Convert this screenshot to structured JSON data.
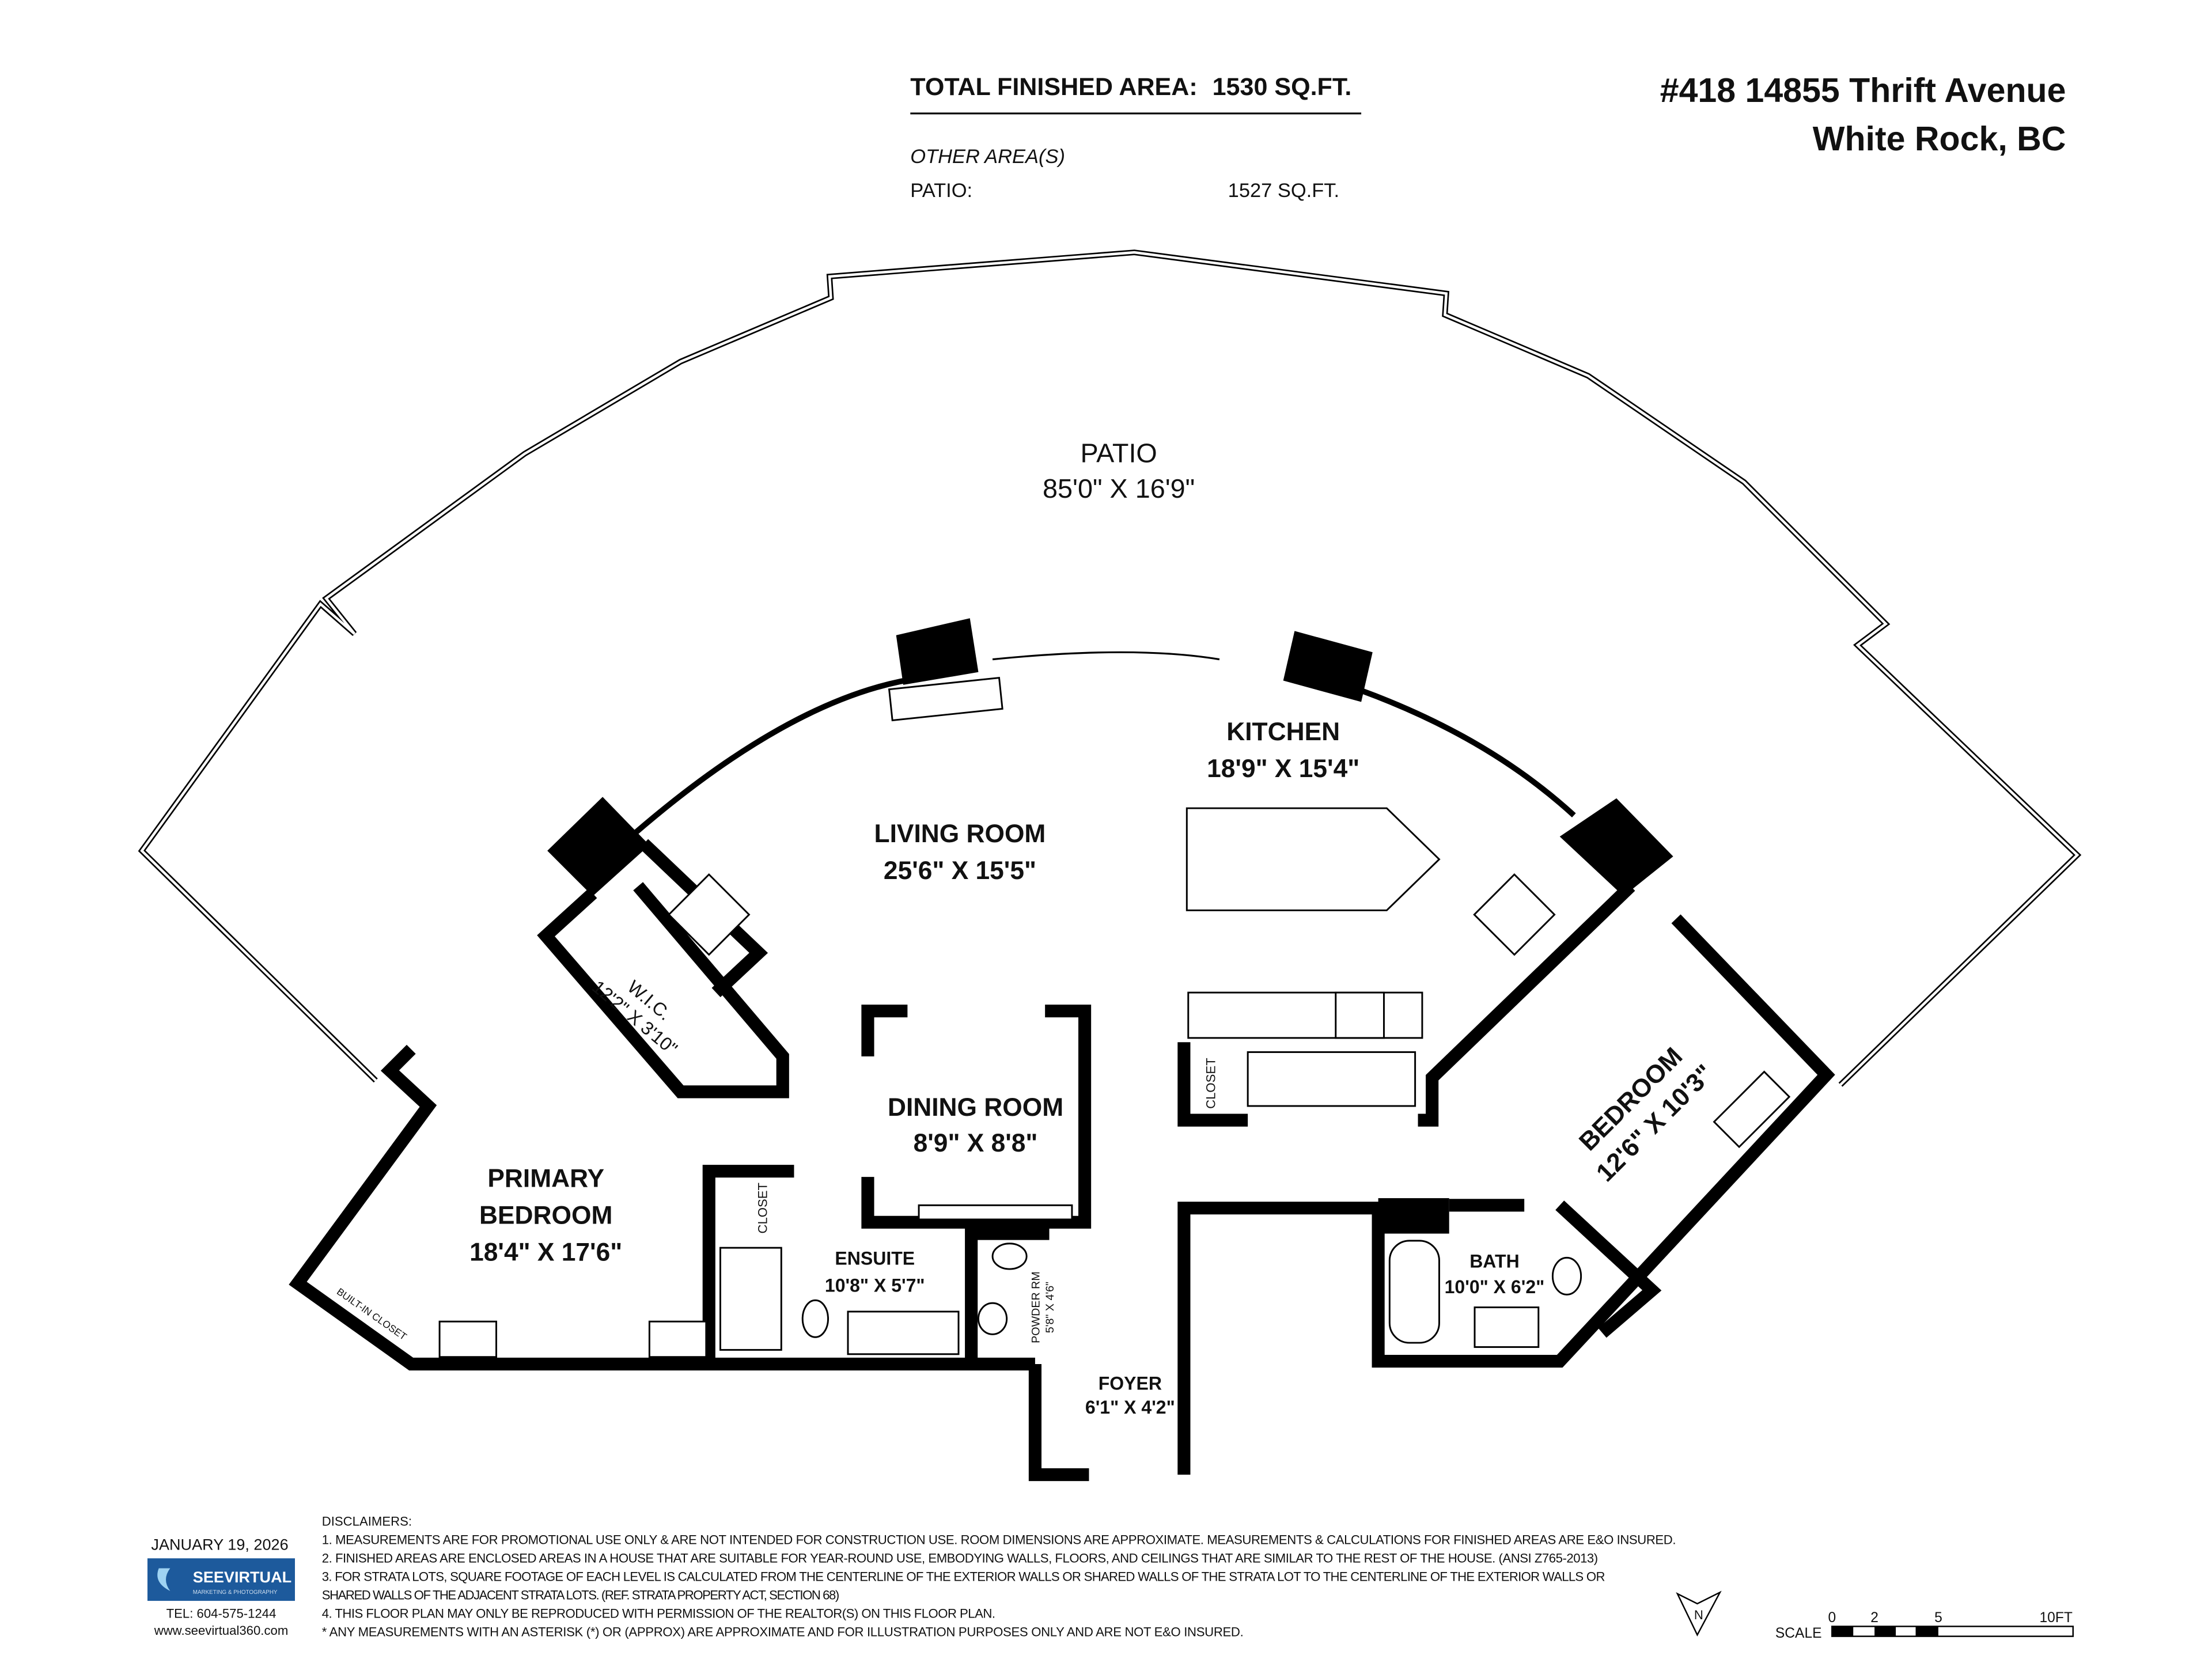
{
  "header": {
    "total_area_label": "TOTAL FINISHED AREA:",
    "total_area_value": "1530 SQ.FT.",
    "other_areas_label": "OTHER AREA(S)",
    "patio_label": "PATIO:",
    "patio_value": "1527 SQ.FT.",
    "address_line1": "#418 14855 Thrift Avenue",
    "address_line2": "White Rock, BC"
  },
  "rooms": {
    "patio": {
      "name": "PATIO",
      "dims": "85'0\" X 16'9\""
    },
    "kitchen": {
      "name": "KITCHEN",
      "dims": "18'9\" X 15'4\""
    },
    "living": {
      "name": "LIVING ROOM",
      "dims": "25'6\" X 15'5\""
    },
    "wic": {
      "name": "W.I.C.",
      "dims": "12'2\" X 3'10\""
    },
    "dining": {
      "name": "DINING ROOM",
      "dims": "8'9\" X 8'8\""
    },
    "primary": {
      "name1": "PRIMARY",
      "name2": "BEDROOM",
      "dims": "18'4\" X 17'6\""
    },
    "bedroom": {
      "name": "BEDROOM",
      "dims": "12'6\" X 10'3\""
    },
    "ensuite": {
      "name": "ENSUITE",
      "dims": "10'8\" X 5'7\""
    },
    "powder": {
      "name": "POWDER RM",
      "dims": "5'8\" X 4'6\""
    },
    "bath": {
      "name": "BATH",
      "dims": "10'0\" X 6'2\""
    },
    "foyer": {
      "name": "FOYER",
      "dims": "6'1\" X 4'2\""
    },
    "closet_label": "CLOSET",
    "builtin_closet": "BUILT-IN CLOSET"
  },
  "footer": {
    "date": "JANUARY 19, 2026",
    "logo_text": "SEEVIRTUAL",
    "logo_sub": "MARKETING & PHOTOGRAPHY",
    "tel": "TEL: 604-575-1244",
    "web": "www.seevirtual360.com",
    "disclaimers_title": "DISCLAIMERS:",
    "disclaimers": [
      "1. MEASUREMENTS ARE FOR PROMOTIONAL USE ONLY & ARE NOT INTENDED FOR CONSTRUCTION USE. ROOM DIMENSIONS ARE APPROXIMATE. MEASUREMENTS & CALCULATIONS FOR FINISHED AREAS ARE E&O INSURED.",
      "2. FINISHED AREAS ARE ENCLOSED AREAS IN A HOUSE THAT ARE SUITABLE FOR YEAR-ROUND USE, EMBODYING WALLS, FLOORS, AND CEILINGS THAT ARE SIMILAR TO THE REST OF THE HOUSE. (ANSI Z765-2013)",
      "3. FOR STRATA LOTS, SQUARE FOOTAGE OF EACH LEVEL IS CALCULATED FROM THE CENTERLINE OF THE EXTERIOR WALLS OR SHARED WALLS OF THE STRATA LOT TO THE CENTERLINE OF THE EXTERIOR WALLS OR",
      "SHARED WALLS OF THE ADJACENT STRATA LOTS. (REF. STRATA PROPERTY ACT, SECTION 68)",
      "4. THIS FLOOR PLAN MAY ONLY BE REPRODUCED WITH PERMISSION OF THE REALTOR(S) ON THIS FLOOR PLAN.",
      "* ANY MEASUREMENTS WITH AN ASTERISK (*) OR (APPROX) ARE APPROXIMATE AND FOR ILLUSTRATION PURPOSES ONLY AND ARE NOT E&O INSURED."
    ],
    "north_label": "N",
    "scale_label": "SCALE",
    "scale_ticks": [
      "0",
      "2",
      "5",
      "10FT"
    ]
  },
  "colors": {
    "logo_bg": "#1d5a9c",
    "wall": "#000000"
  }
}
